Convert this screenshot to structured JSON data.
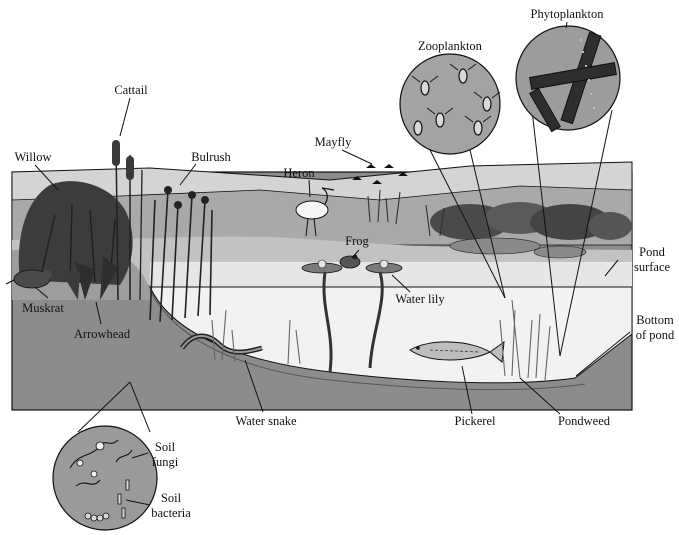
{
  "labels": {
    "phytoplankton": "Phytoplankton",
    "zooplankton": "Zooplankton",
    "cattail": "Cattail",
    "mayfly": "Mayfly",
    "willow": "Willow",
    "bulrush": "Bulrush",
    "heron": "Heron",
    "frog": "Frog",
    "pond_surface_1": "Pond",
    "pond_surface_2": "surface",
    "muskrat": "Muskrat",
    "water_lily": "Water lily",
    "arrowhead": "Arrowhead",
    "bottom_of_pond_1": "Bottom",
    "bottom_of_pond_2": "of pond",
    "water_snake": "Water snake",
    "pickerel": "Pickerel",
    "pondweed": "Pondweed",
    "soil_fungi_1": "Soil",
    "soil_fungi_2": "fungi",
    "soil_bacteria_1": "Soil",
    "soil_bacteria_2": "bacteria"
  },
  "colors": {
    "ink": "#111111",
    "sky_band": "#c9c9c9",
    "far_hill": "#a9a9a9",
    "near_bank": "#bdbdbd",
    "water_surface": "#e4e4e4",
    "water_deep": "#f1f1f1",
    "sediment": "#8c8c8c",
    "vegetation_dark": "#3a3a3a",
    "vegetation_mid": "#6f6f6f",
    "magnifier_fill": "#9a9a9a"
  },
  "icons": [
    "willow-tree-icon",
    "cattail-icon",
    "bulrush-icon",
    "heron-icon",
    "mayfly-icon",
    "frog-icon",
    "water-lily-icon",
    "muskrat-icon",
    "arrowhead-plant-icon",
    "water-snake-icon",
    "pickerel-fish-icon",
    "pondweed-icon",
    "zooplankton-magnifier-icon",
    "phytoplankton-magnifier-icon",
    "soil-magnifier-icon"
  ]
}
